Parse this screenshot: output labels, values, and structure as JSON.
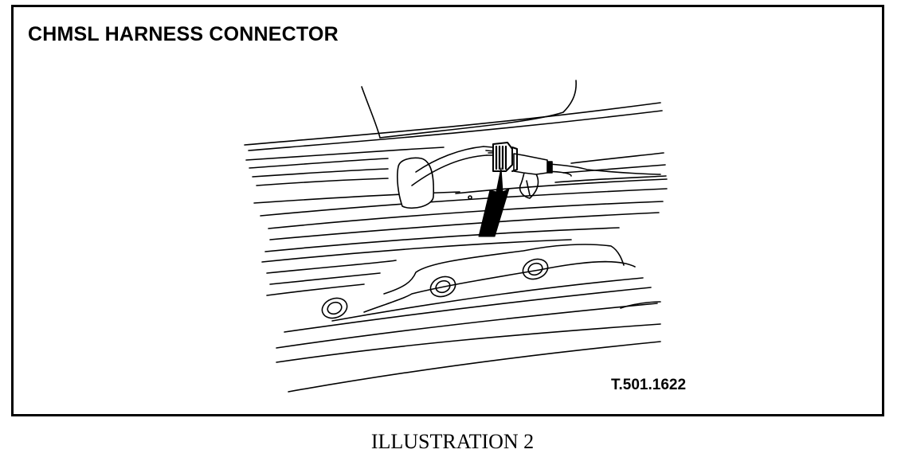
{
  "diagram": {
    "title": "CHMSL HARNESS CONNECTOR",
    "figure_code": "T.501.1622"
  },
  "caption": "ILLUSTRATION 2"
}
